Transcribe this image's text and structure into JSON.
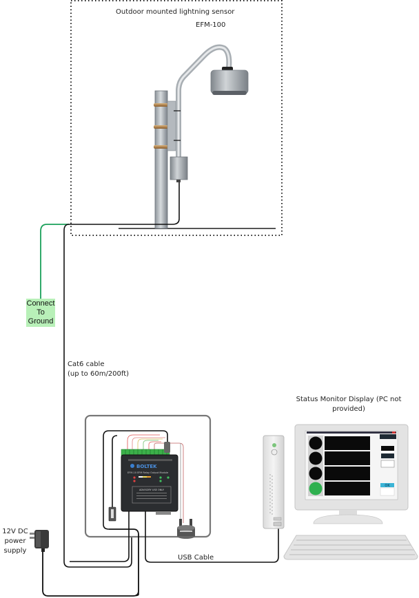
{
  "sensor": {
    "title": "Outdoor mounted lightning sensor",
    "model": "EFM-100"
  },
  "ground": {
    "label_line1": "Connect",
    "label_line2": "To",
    "label_line3": "Ground",
    "color": "#b8f0b8",
    "wire_color": "#1aa05a"
  },
  "cable": {
    "line1": "Cat6 cable",
    "line2": "(up to 60m/200ft)"
  },
  "relay_module": {
    "brand": "BOLTEK",
    "name": "EFM-10 EFM Relay Output Module",
    "notice": "ADVISORY USE ONLY"
  },
  "power": {
    "line1": "12V DC",
    "line2": "power",
    "line3": "supply"
  },
  "usb": {
    "label": "USB Cable"
  },
  "pc": {
    "line1": "Status Monitor Display (PC not",
    "line2": "provided)",
    "ok_label": "OK",
    "status_lights": [
      "off",
      "off",
      "off",
      "green"
    ]
  }
}
